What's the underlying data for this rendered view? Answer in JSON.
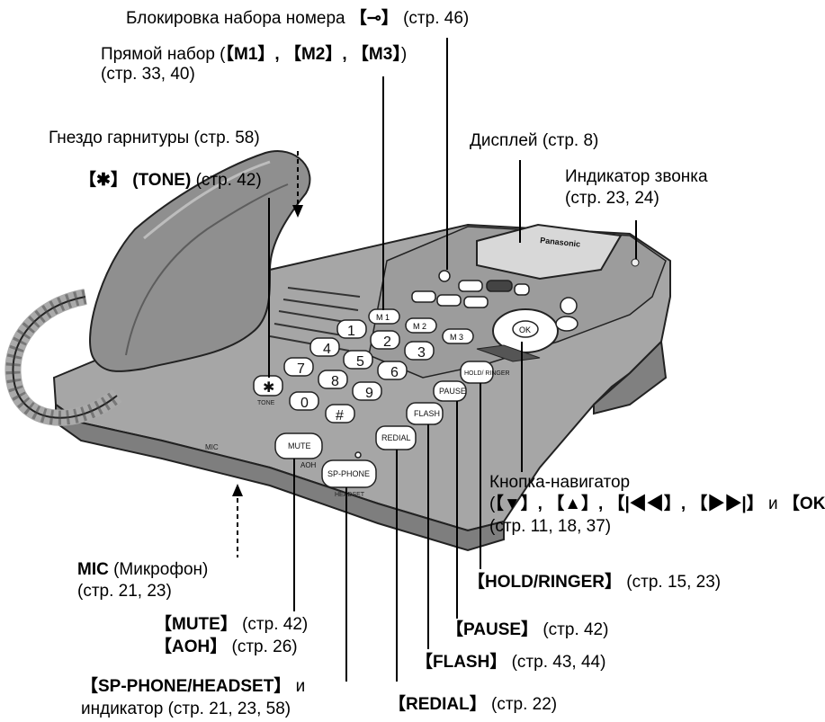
{
  "labels": {
    "dial_lock": "Блокировка набора номера",
    "dial_lock_key": "【⊸】",
    "dial_lock_page": "(стр. 46)",
    "direct_dial": "Прямой набор (",
    "direct_dial_keys": "【M1】, 【M2】, 【M3】",
    "direct_dial_close": ")",
    "direct_dial_pages": "(стр. 33, 40)",
    "headset_jack": "Гнездо гарнитуры (стр. 58)",
    "display": "Дисплей (стр. 8)",
    "ringer_indicator_1": "Индикатор звонка",
    "ringer_indicator_2": "(стр. 23, 24)",
    "tone_key": "【✱】 (TONE)",
    "tone_page": "(стр. 42)",
    "navigator_1": "Кнопка-навигатор",
    "navigator_open": "(",
    "navigator_keys_1": "【▼】, 【▲】, 【|◀◀】, 【▶▶|】",
    "navigator_and": " и ",
    "navigator_ok": "【OK】",
    "navigator_close": ")",
    "navigator_pages": "(стр. 11, 18, 37)",
    "mic_bold": "MIC",
    "mic_rest": " (Микрофон)",
    "mic_pages": "(стр. 21, 23)",
    "hold_ringer_key": "【HOLD/RINGER】",
    "hold_ringer_pages": " (стр. 15, 23)",
    "mute_key": "【MUTE】",
    "mute_page": " (стр. 42)",
    "aoh_key": "【AOH】",
    "aoh_page": " (стр. 26)",
    "pause_key": "【PAUSE】",
    "pause_page": " (стр. 42)",
    "flash_key": "【FLASH】",
    "flash_pages": " (стр. 43, 44)",
    "sp_phone_key": "【SP-PHONE/HEADSET】",
    "sp_phone_and": " и",
    "sp_phone_line2": "индикатор (стр. 21, 23, 58)",
    "redial_key": "【REDIAL】",
    "redial_page": " (стр. 22)"
  },
  "device": {
    "brand": "Panasonic",
    "keys": {
      "m1": "M 1",
      "m2": "M 2",
      "m3": "M 3",
      "d1": "1",
      "d2": "2",
      "d3": "3",
      "d4": "4",
      "d5": "5",
      "d6": "6",
      "d7": "7",
      "d8": "8",
      "d9": "9",
      "d0": "0",
      "star": "✱",
      "hash": "#",
      "ok": "OK",
      "hold": "HOLD/\nRINGER",
      "pause": "PAUSE",
      "flash": "FLASH",
      "redial": "REDIAL",
      "mute": "MUTE",
      "sp_phone": "SP-PHONE",
      "tone_small": "TONE",
      "headset_small": "HEADSET",
      "mic_small": "MIC",
      "aoh_small": "AOH"
    }
  }
}
